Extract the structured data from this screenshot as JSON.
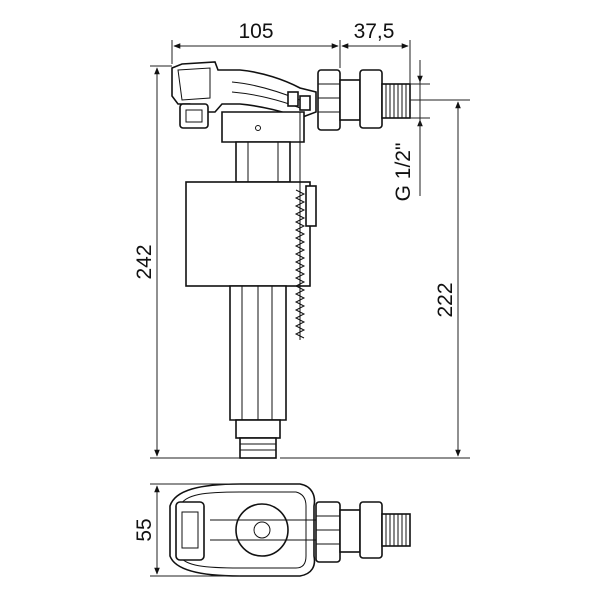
{
  "diagram": {
    "dimensions": {
      "width_top": "105",
      "width_inlet": "37,5",
      "thread": "G 1/2\"",
      "height_total": "242",
      "height_inlet": "222",
      "depth": "55"
    }
  }
}
